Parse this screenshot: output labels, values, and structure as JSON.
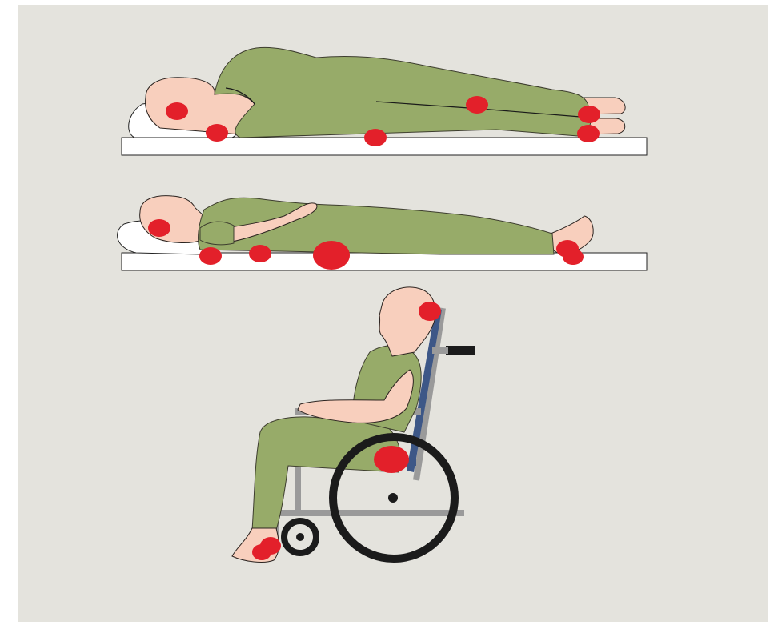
{
  "colors": {
    "background": "#e4e3dd",
    "clothing": "#97ab69",
    "clothing_outline": "#3d3d2e",
    "skin": "#f8cfbd",
    "skin_outline": "#2c2420",
    "pillow": "#ffffff",
    "mattress": "#ffffff",
    "pressure_point": "#e3202a",
    "wheelchair_frame": "#9a9a9a",
    "wheelchair_seat": "#3d5787",
    "wheel": "#1b1b1b"
  },
  "icons": [
    "side-lying-patient",
    "supine-patient",
    "seated-wheelchair-patient",
    "pressure-point"
  ]
}
